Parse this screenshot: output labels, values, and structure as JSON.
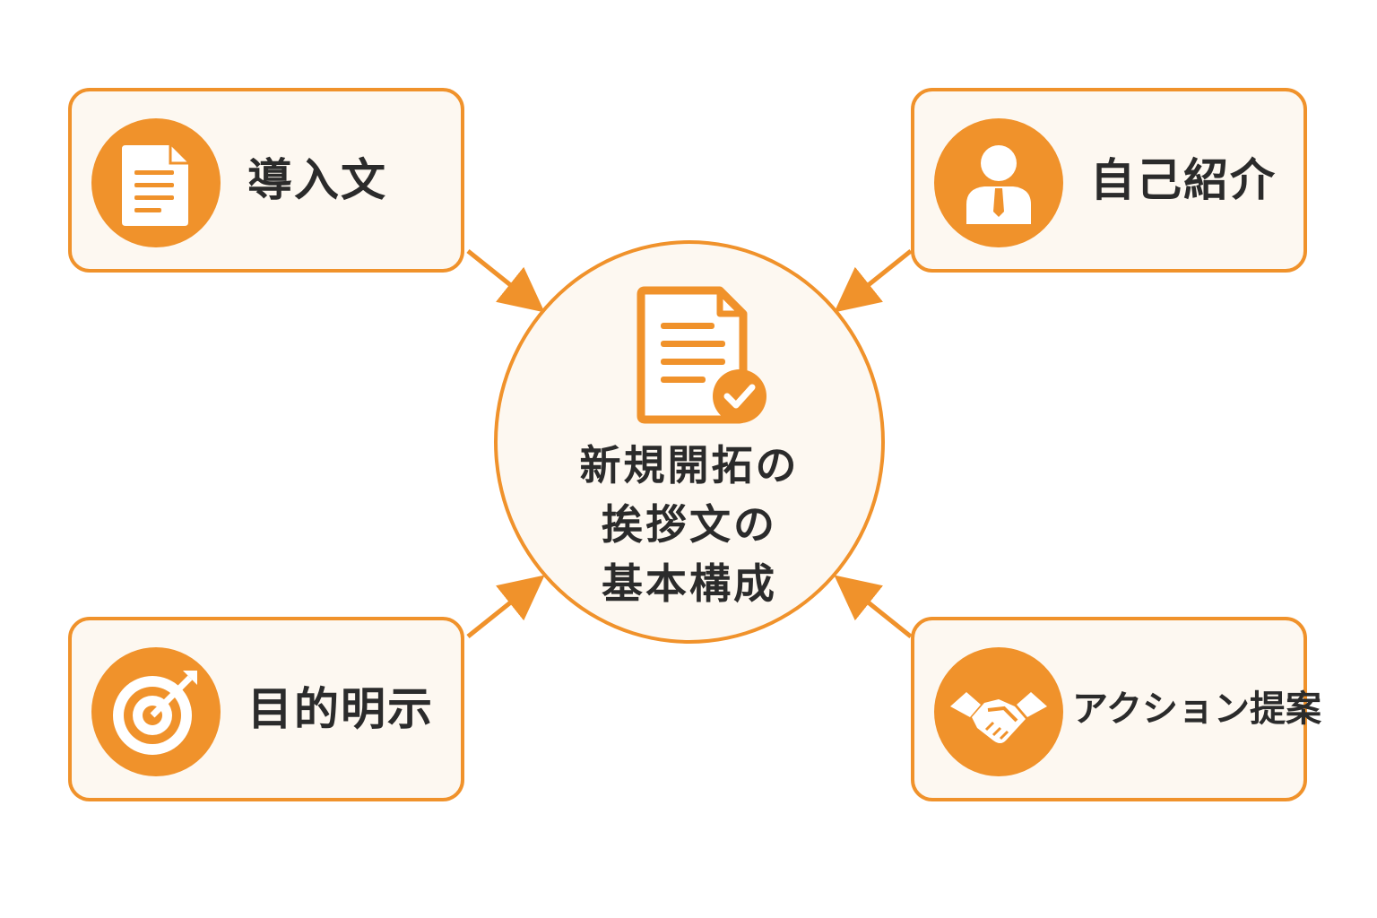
{
  "colors": {
    "accent": "#f0922b",
    "box_fill": "#fdf8f1",
    "text": "#2b2b2b",
    "background": "#ffffff"
  },
  "center": {
    "icon": "document-check-icon",
    "title_lines": [
      "新規開拓の",
      "挨拶文の",
      "基本構成"
    ]
  },
  "nodes": {
    "intro": {
      "label": "導入文",
      "icon": "document-icon"
    },
    "self_intro": {
      "label": "自己紹介",
      "icon": "person-icon"
    },
    "purpose": {
      "label": "目的明示",
      "icon": "target-icon"
    },
    "action": {
      "label": "アクション提案",
      "icon": "handshake-icon"
    }
  }
}
